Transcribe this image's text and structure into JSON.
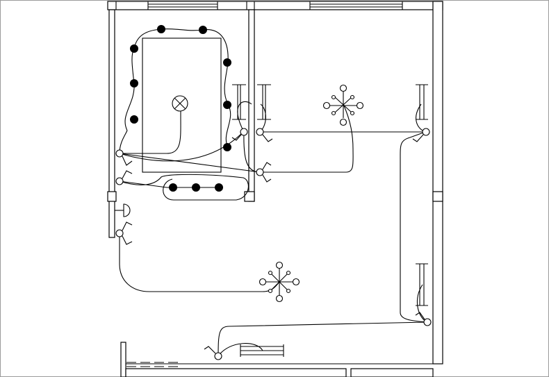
{
  "diagram": {
    "kind": "electrical-floor-plan",
    "symbols": {
      "recessed_light": "filled-circle",
      "single_pole_switch": "open-circle-with-arms",
      "chandelier": "star-with-circles",
      "ceiling_light": "circle-with-cross",
      "radiator": "hatched-bars",
      "wall_outlet": "half-circle"
    },
    "colors": {
      "line": "#000000",
      "background": "#ffffff",
      "frame": "#9a9a9a"
    }
  }
}
